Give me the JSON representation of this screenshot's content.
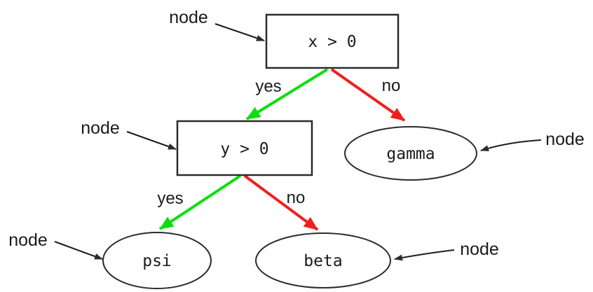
{
  "diagram": {
    "type": "decision-tree",
    "nodes": {
      "root": {
        "label": "x > 0",
        "shape": "rect"
      },
      "left": {
        "label": "y > 0",
        "shape": "rect"
      },
      "gamma": {
        "label": "gamma",
        "shape": "ellipse"
      },
      "psi": {
        "label": "psi",
        "shape": "ellipse"
      },
      "beta": {
        "label": "beta",
        "shape": "ellipse"
      }
    },
    "edges": {
      "root_yes": {
        "from": "x > 0",
        "to": "y > 0",
        "label": "yes"
      },
      "root_no": {
        "from": "x > 0",
        "to": "gamma",
        "label": "no"
      },
      "left_yes": {
        "from": "y > 0",
        "to": "psi",
        "label": "yes"
      },
      "left_no": {
        "from": "y > 0",
        "to": "beta",
        "label": "no"
      }
    },
    "annotations": {
      "a1": {
        "label": "node",
        "target": "x > 0"
      },
      "a2": {
        "label": "node",
        "target": "y > 0"
      },
      "a3": {
        "label": "node",
        "target": "gamma"
      },
      "a4": {
        "label": "node",
        "target": "psi"
      },
      "a5": {
        "label": "node",
        "target": "beta"
      }
    },
    "colors": {
      "yes_edge": "#0ddf0d",
      "no_edge": "#f21d1d",
      "outline": "#2b2b2b",
      "text": "#1b1b1b"
    }
  }
}
